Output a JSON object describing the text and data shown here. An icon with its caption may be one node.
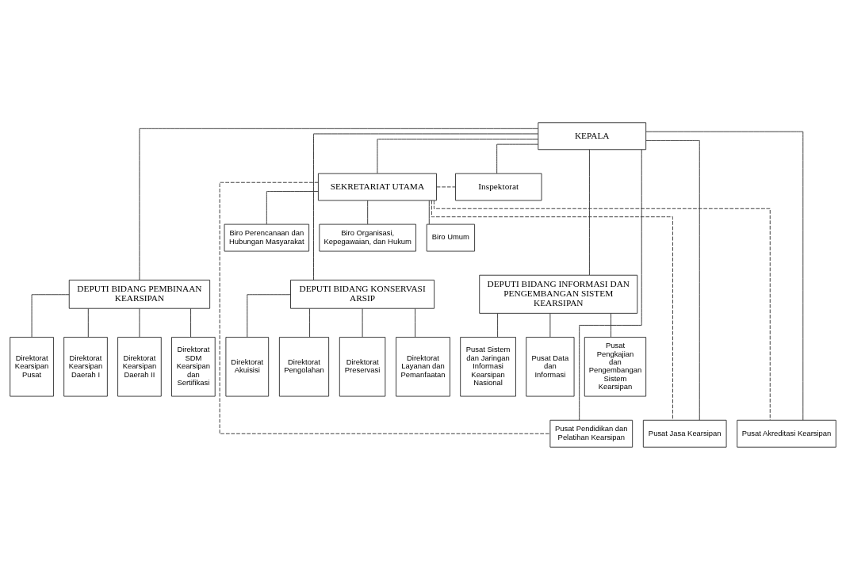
{
  "diagram": {
    "nodes": [
      {
        "text": [
          "KEPALA"
        ]
      },
      {
        "text": [
          "SEKRETARIAT UTAMA"
        ]
      },
      {
        "text": [
          "Inspektorat"
        ]
      },
      {
        "text": [
          "Biro Perencanaan dan Hubungan Masyarakat"
        ]
      },
      {
        "text": [
          "Biro Organisasi, Kepegawaian, dan Hukum"
        ]
      },
      {
        "text": [
          "Biro Umum"
        ]
      },
      {
        "text": [
          "DEPUTI BIDANG PEMBINAAN KEARSIPAN"
        ]
      },
      {
        "text": [
          "DEPUTI BIDANG KONSERVASI ARSIP"
        ]
      },
      {
        "text": [
          "DEPUTI BIDANG INFORMASI DAN PENGEMBANGAN SISTEM KEARSIPAN"
        ]
      },
      {
        "text": [
          "Direktorat Kearsipan Pusat"
        ]
      },
      {
        "text": [
          "Direktorat Kearsipan Daerah I"
        ]
      },
      {
        "text": [
          "Direktorat Kearsipan Daerah II"
        ]
      },
      {
        "text": [
          "Direktorat SDM Kearsipan dan Sertifikasi"
        ]
      },
      {
        "text": [
          "Direktorat Akuisisi"
        ]
      },
      {
        "text": [
          "Direktorat Pengolahan"
        ]
      },
      {
        "text": [
          "Direktorat Preservasi"
        ]
      },
      {
        "text": [
          "Direktorat Layanan dan Pemanfaatan"
        ]
      },
      {
        "text": [
          "Pusat Sistem dan Jaringan Informasi Kearsipan Nasional"
        ]
      },
      {
        "text": [
          "Pusat Data dan Informasi"
        ]
      },
      {
        "text": [
          "Pusat Pengkajian dan Pengembangan Sistem Kearsipan"
        ]
      },
      {
        "text": [
          "Pusat Pendidikan dan Pelatihan Kearsipan"
        ]
      },
      {
        "text": [
          "Pusat Jasa Kearsipan"
        ]
      },
      {
        "text": [
          "Pusat Akreditasi Kearsipan"
        ]
      }
    ],
    "edges": [
      {
        "from": 0,
        "to": 1,
        "arrow": "none"
      },
      {
        "from": 0,
        "to": 2,
        "arrow": "none"
      },
      {
        "from": 1,
        "to": 2,
        "arrow": "none",
        "style": "dashed"
      },
      {
        "from": 1,
        "to": 3,
        "arrow": "none"
      },
      {
        "from": 1,
        "to": 4,
        "arrow": "none"
      },
      {
        "from": 1,
        "to": 5,
        "arrow": "none"
      },
      {
        "from": 0,
        "to": 6,
        "arrow": "none"
      },
      {
        "from": 0,
        "to": 7,
        "arrow": "none"
      },
      {
        "from": 0,
        "to": 8,
        "arrow": "none"
      },
      {
        "from": 6,
        "to": 9,
        "arrow": "none"
      },
      {
        "from": 6,
        "to": 10,
        "arrow": "none"
      },
      {
        "from": 6,
        "to": 11,
        "arrow": "none"
      },
      {
        "from": 6,
        "to": 12,
        "arrow": "none"
      },
      {
        "from": 7,
        "to": 13,
        "arrow": "none"
      },
      {
        "from": 7,
        "to": 14,
        "arrow": "none"
      },
      {
        "from": 7,
        "to": 15,
        "arrow": "none"
      },
      {
        "from": 7,
        "to": 16,
        "arrow": "none"
      },
      {
        "from": 8,
        "to": 17,
        "arrow": "none"
      },
      {
        "from": 8,
        "to": 18,
        "arrow": "none"
      },
      {
        "from": 8,
        "to": 19,
        "arrow": "none"
      },
      {
        "from": 0,
        "to": 20,
        "arrow": "none"
      },
      {
        "from": 0,
        "to": 21,
        "arrow": "none"
      },
      {
        "from": 0,
        "to": 22,
        "arrow": "none"
      },
      {
        "from": 1,
        "to": 20,
        "arrow": "none",
        "style": "dashed"
      },
      {
        "from": 1,
        "to": 21,
        "arrow": "none",
        "style": "dashed"
      },
      {
        "from": 1,
        "to": 22,
        "arrow": "none",
        "style": "dashed"
      }
    ]
  }
}
